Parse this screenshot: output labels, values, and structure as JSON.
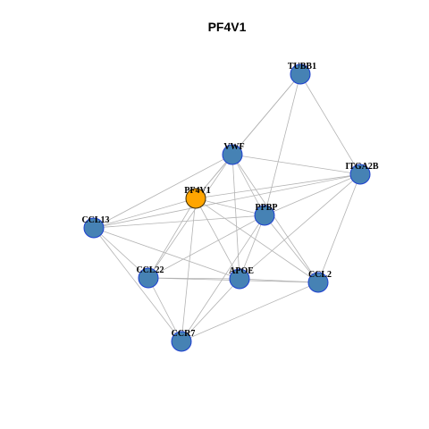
{
  "title": "PF4V1",
  "colors": {
    "node_default": "#4682b4",
    "node_default_border": "#1c3fd0",
    "node_highlight": "#ffa500",
    "node_highlight_border": "#3a2a00",
    "edge": "#b3b3b3"
  },
  "nodes": [
    {
      "id": "TUBB1",
      "label": "TUBB1",
      "highlight": false
    },
    {
      "id": "VWF",
      "label": "VWF",
      "highlight": false
    },
    {
      "id": "ITGA2B",
      "label": "ITGA2B",
      "highlight": false
    },
    {
      "id": "PF4V1",
      "label": "PF4V1",
      "highlight": true
    },
    {
      "id": "PPBP",
      "label": "PPBP",
      "highlight": false
    },
    {
      "id": "CCL13",
      "label": "CCL13",
      "highlight": false
    },
    {
      "id": "CCL22",
      "label": "CCL22",
      "highlight": false
    },
    {
      "id": "APOE",
      "label": "APOE",
      "highlight": false
    },
    {
      "id": "CCL2",
      "label": "CCL2",
      "highlight": false
    },
    {
      "id": "CCR7",
      "label": "CCR7",
      "highlight": false
    }
  ],
  "edges": [
    [
      "TUBB1",
      "VWF"
    ],
    [
      "TUBB1",
      "ITGA2B"
    ],
    [
      "TUBB1",
      "PPBP"
    ],
    [
      "TUBB1",
      "PF4V1"
    ],
    [
      "VWF",
      "ITGA2B"
    ],
    [
      "VWF",
      "PF4V1"
    ],
    [
      "VWF",
      "PPBP"
    ],
    [
      "VWF",
      "CCL13"
    ],
    [
      "VWF",
      "CCL22"
    ],
    [
      "VWF",
      "APOE"
    ],
    [
      "VWF",
      "CCL2"
    ],
    [
      "ITGA2B",
      "PF4V1"
    ],
    [
      "ITGA2B",
      "PPBP"
    ],
    [
      "ITGA2B",
      "APOE"
    ],
    [
      "ITGA2B",
      "CCL2"
    ],
    [
      "ITGA2B",
      "CCL13"
    ],
    [
      "PF4V1",
      "PPBP"
    ],
    [
      "PF4V1",
      "CCL13"
    ],
    [
      "PF4V1",
      "CCL22"
    ],
    [
      "PF4V1",
      "APOE"
    ],
    [
      "PF4V1",
      "CCL2"
    ],
    [
      "PF4V1",
      "CCR7"
    ],
    [
      "PPBP",
      "CCL13"
    ],
    [
      "PPBP",
      "CCL22"
    ],
    [
      "PPBP",
      "APOE"
    ],
    [
      "PPBP",
      "CCL2"
    ],
    [
      "PPBP",
      "CCR7"
    ],
    [
      "CCL13",
      "CCL22"
    ],
    [
      "CCL13",
      "APOE"
    ],
    [
      "CCL13",
      "CCR7"
    ],
    [
      "CCL22",
      "APOE"
    ],
    [
      "CCL22",
      "CCL2"
    ],
    [
      "CCL22",
      "CCR7"
    ],
    [
      "APOE",
      "CCL2"
    ],
    [
      "APOE",
      "CCR7"
    ],
    [
      "CCL2",
      "CCR7"
    ]
  ]
}
